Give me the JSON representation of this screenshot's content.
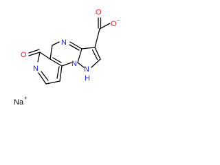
{
  "molecule": {
    "labels": {
      "ring_n_upper": "N",
      "pyrazole_n": "N",
      "nh_n": "N",
      "nh_h": "H",
      "lactam_nh": "N",
      "lactam_o": "O",
      "carboxylate_o_double": "O",
      "carboxylate_o_single": "O",
      "carboxylate_charge": "−",
      "sodium": "Na",
      "sodium_charge": "+"
    },
    "colors": {
      "bond": "#000000",
      "nitrogen": "#1f1fd8",
      "oxygen": "#e01b1b",
      "sodium": "#000000"
    }
  }
}
